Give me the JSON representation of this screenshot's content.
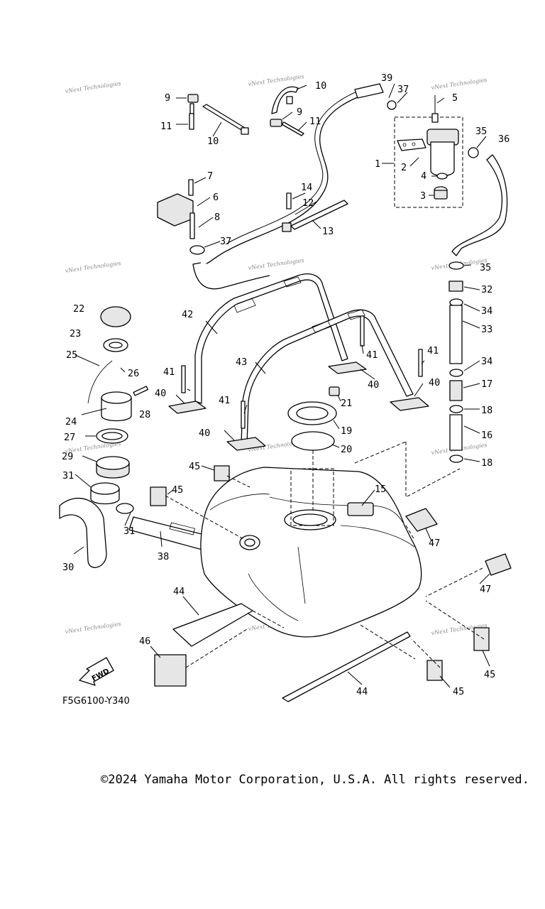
{
  "diagram": {
    "drawing_code": "F5G6100-Y340",
    "fwd_label": "FWD",
    "watermark_text": "vNext Technologies",
    "callouts": [
      "1",
      "2",
      "3",
      "4",
      "5",
      "6",
      "7",
      "8",
      "9",
      "10",
      "11",
      "12",
      "13",
      "14",
      "15",
      "16",
      "17",
      "18",
      "19",
      "20",
      "21",
      "22",
      "23",
      "24",
      "25",
      "26",
      "27",
      "28",
      "29",
      "30",
      "31",
      "32",
      "33",
      "34",
      "35",
      "36",
      "37",
      "38",
      "39",
      "40",
      "41",
      "42",
      "43",
      "44",
      "45",
      "46",
      "47"
    ]
  },
  "footer": {
    "copyright": "©2024 Yamaha Motor Corporation, U.S.A. All rights reserved."
  }
}
